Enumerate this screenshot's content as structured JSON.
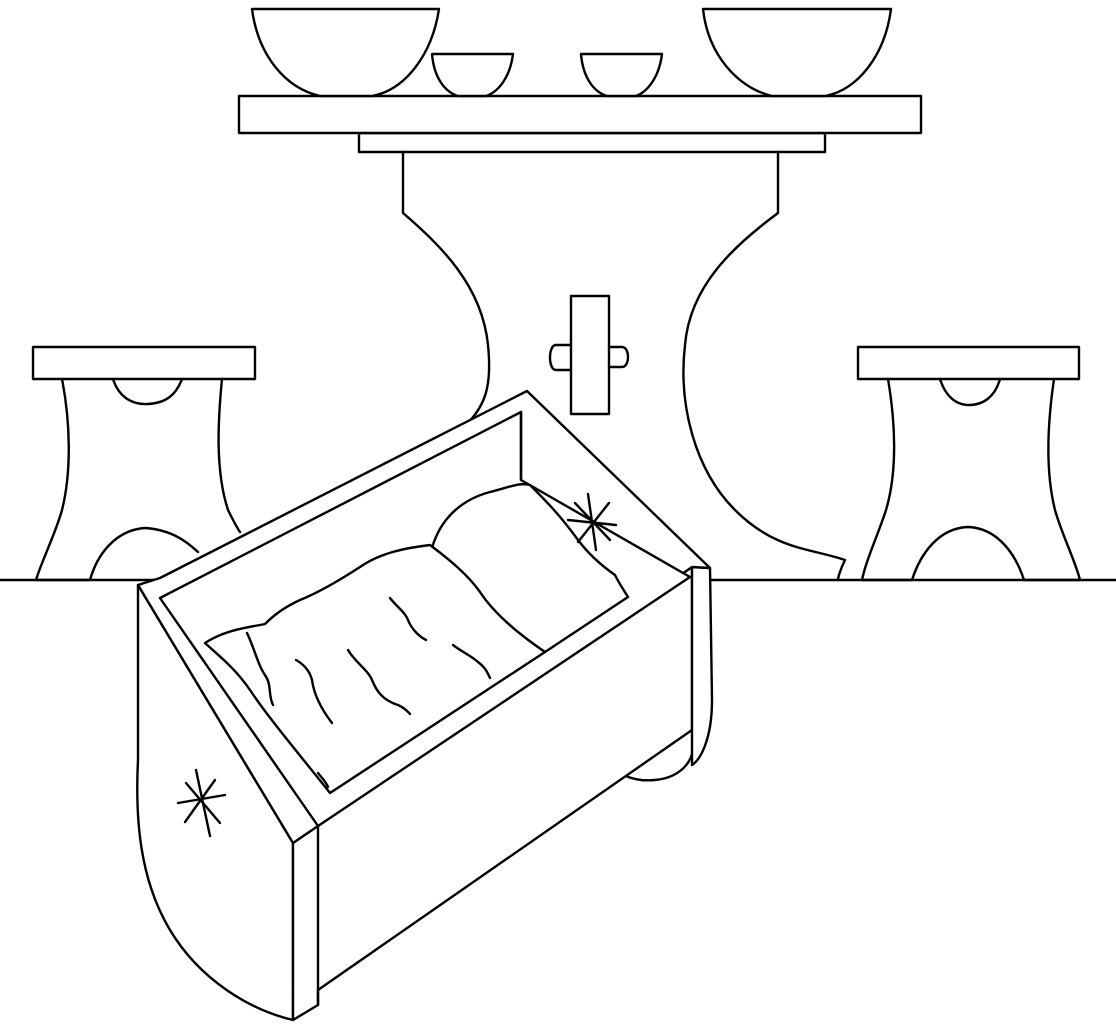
{
  "scene": {
    "kind": "line-art coloring page",
    "colors": {
      "stroke": "#000000",
      "background": "#ffffff"
    },
    "objects": [
      "large-bowl",
      "small-bowl",
      "small-bowl",
      "large-bowl",
      "table",
      "left-stool",
      "right-stool",
      "cradle",
      "pillow",
      "blanket"
    ]
  }
}
